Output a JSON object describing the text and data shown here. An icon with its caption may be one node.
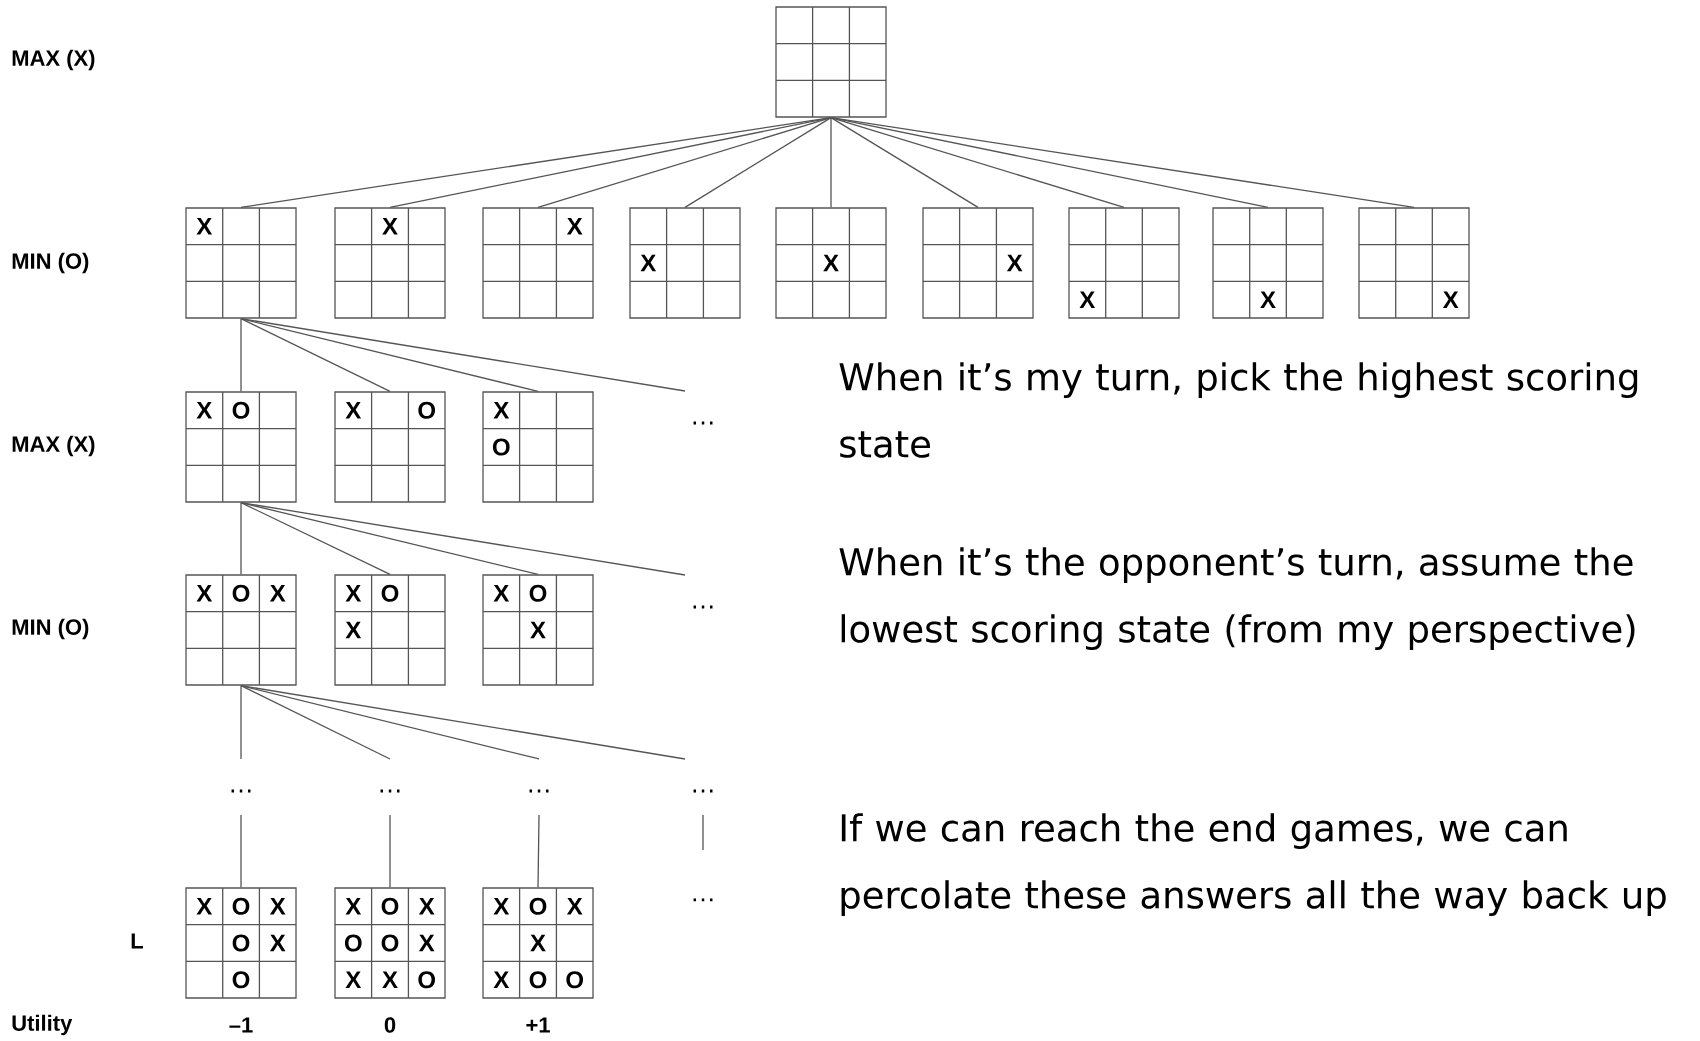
{
  "diagram": {
    "nodes": [
      {
        "text": [],
        "shape": "box"
      },
      {
        "text": [
          "X"
        ]
      },
      {
        "text": [
          "X"
        ]
      },
      {
        "text": [
          "X"
        ]
      },
      {
        "text": [
          "X"
        ]
      },
      {
        "text": [
          "X"
        ]
      },
      {
        "text": [
          "X"
        ]
      },
      {
        "text": [
          "X"
        ]
      },
      {
        "text": [
          "X"
        ]
      },
      {
        "text": [
          "X"
        ]
      },
      {
        "text": [
          "X",
          "O"
        ]
      },
      {
        "text": [
          "X",
          "O"
        ]
      },
      {
        "text": [
          "X",
          "O"
        ]
      },
      {
        "text": [
          "…"
        ]
      },
      {
        "text": [
          "X",
          "O",
          "X"
        ]
      },
      {
        "text": [
          "X",
          "O",
          "X"
        ]
      },
      {
        "text": [
          "X",
          "O",
          "X"
        ]
      },
      {
        "text": [
          "…"
        ]
      },
      {
        "text": [
          "…"
        ]
      },
      {
        "text": [
          "…"
        ]
      },
      {
        "text": [
          "…"
        ]
      },
      {
        "text": [
          "…"
        ]
      },
      {
        "text": [
          "X",
          "O",
          "X",
          "O",
          "X",
          "O"
        ],
        "beside": [
          "–1"
        ]
      },
      {
        "text": [
          "X",
          "O",
          "X",
          "O",
          "O",
          "X",
          "X",
          "X",
          "O"
        ],
        "beside": [
          "0"
        ]
      },
      {
        "text": [
          "X",
          "O",
          "X",
          "X",
          "X",
          "O",
          "O"
        ],
        "beside": [
          "+1"
        ]
      },
      {
        "text": [
          "…"
        ]
      }
    ],
    "edges": [
      {
        "from": 0,
        "to": 1,
        "arrow": "none"
      },
      {
        "from": 0,
        "to": 2,
        "arrow": "none"
      },
      {
        "from": 0,
        "to": 3,
        "arrow": "none"
      },
      {
        "from": 0,
        "to": 4,
        "arrow": "none"
      },
      {
        "from": 0,
        "to": 5,
        "arrow": "none"
      },
      {
        "from": 0,
        "to": 6,
        "arrow": "none"
      },
      {
        "from": 0,
        "to": 7,
        "arrow": "none"
      },
      {
        "from": 0,
        "to": 8,
        "arrow": "none"
      },
      {
        "from": 0,
        "to": 9,
        "arrow": "none"
      },
      {
        "from": 1,
        "to": 10,
        "arrow": "none"
      },
      {
        "from": 1,
        "to": 11,
        "arrow": "none"
      },
      {
        "from": 1,
        "to": 12,
        "arrow": "none"
      },
      {
        "from": 1,
        "to": 13,
        "arrow": "none"
      },
      {
        "from": 10,
        "to": 14,
        "arrow": "none"
      },
      {
        "from": 10,
        "to": 15,
        "arrow": "none"
      },
      {
        "from": 10,
        "to": 16,
        "arrow": "none"
      },
      {
        "from": 10,
        "to": 17,
        "arrow": "none"
      },
      {
        "from": 14,
        "to": 18,
        "arrow": "none"
      },
      {
        "from": 14,
        "to": 19,
        "arrow": "none"
      },
      {
        "from": 14,
        "to": 20,
        "arrow": "none"
      },
      {
        "from": 14,
        "to": 21,
        "arrow": "none"
      },
      {
        "from": 18,
        "to": 22,
        "arrow": "none"
      },
      {
        "from": 19,
        "to": 23,
        "arrow": "none"
      },
      {
        "from": 20,
        "to": 24,
        "arrow": "none"
      },
      {
        "from": 21,
        "to": 25,
        "arrow": "none"
      }
    ],
    "labels": [
      "MAX (X)",
      "MIN (O)",
      "MAX (X)",
      "MIN (O)",
      "L",
      "Utility",
      "When it’s my turn, pick the highest scoring state",
      "When it’s the opponent’s turn, assume the lowest scoring state (from my perspective)",
      "If we can reach the end games, we can percolate these answers all the way back up"
    ]
  }
}
